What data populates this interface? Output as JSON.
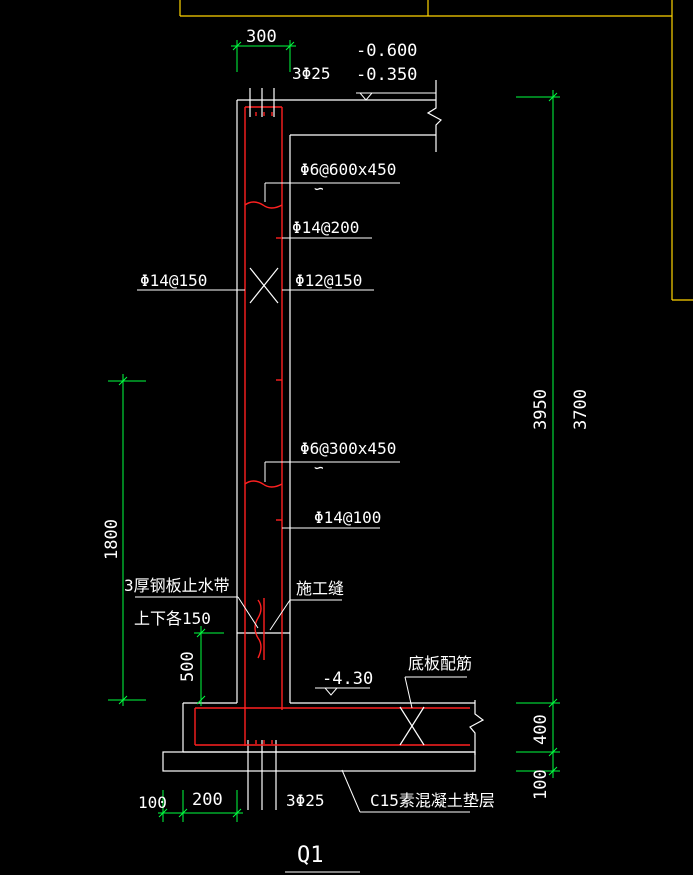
{
  "colors": {
    "background": "#000000",
    "concrete_outline": "#ffffff",
    "reinforcement": "#ff2020",
    "dimension": "#00ff40",
    "frame": "#ffd400",
    "text": "#ffffff"
  },
  "drawing": {
    "title": "Q1",
    "dimensions": {
      "wall_thickness": "300",
      "wall_total_height": "3950",
      "wall_clear_height": "3700",
      "waterstop_height": "1800",
      "joint_height": "500",
      "slab_thickness": "400",
      "cushion_thickness": "100",
      "cushion_extension": "100",
      "slab_projection": "200"
    },
    "elevations": {
      "top_1": "-0.600",
      "top_2": "-0.350",
      "slab_top": "-4.30"
    },
    "rebar_labels": {
      "top_bars": "3Φ25",
      "tie_upper": "Φ6@600x450",
      "outer_vertical_upper": "Φ14@200",
      "inner_vertical": "Φ14@150",
      "horizontal": "Φ12@150",
      "tie_lower": "Φ6@300x450",
      "outer_vertical_lower": "Φ14@100",
      "bottom_bars": "3Φ25"
    },
    "notes": {
      "waterstop_line1": "3厚钢板止水带",
      "waterstop_line2": "上下各150",
      "construction_joint": "施工缝",
      "slab_reinforcement": "底板配筋",
      "cushion": "C15素混凝土垫层"
    }
  }
}
